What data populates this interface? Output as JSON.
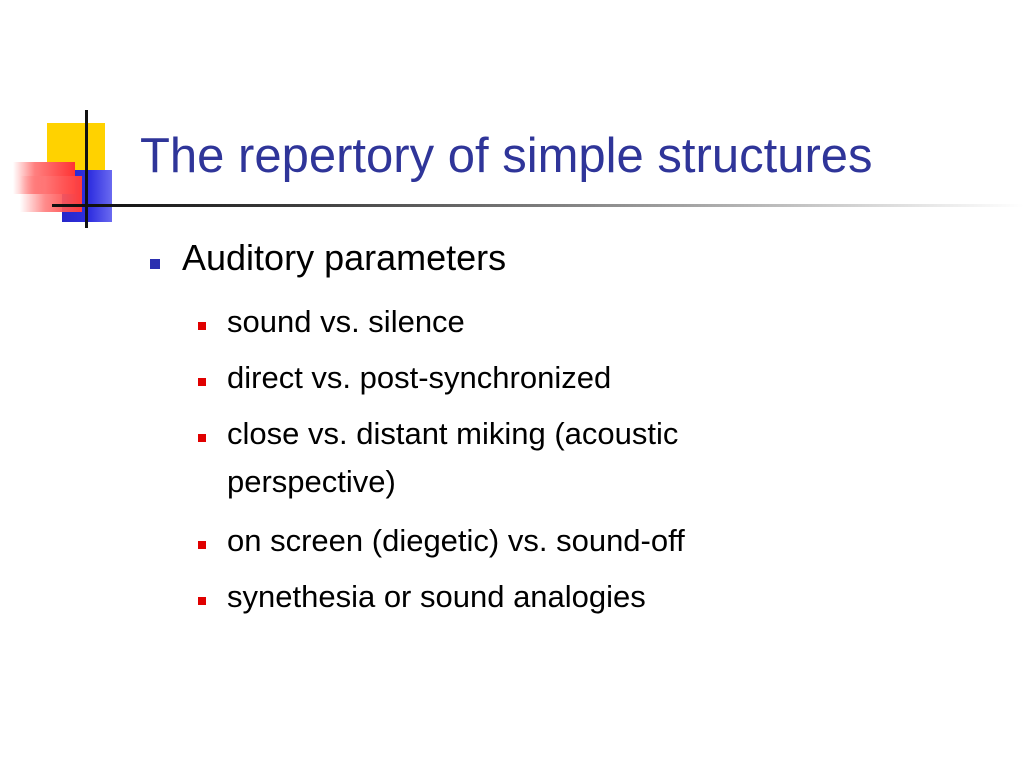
{
  "slide": {
    "title": "The repertory of simple structures",
    "level1": {
      "text": "Auditory parameters"
    },
    "level2": [
      {
        "text": "sound vs. silence"
      },
      {
        "text": "direct vs. post-synchronized"
      },
      {
        "text": "close vs. distant miking (acoustic",
        "continuation": "perspective)"
      },
      {
        "text": "on screen (diegetic) vs. sound-off"
      },
      {
        "text": "synethesia or sound analogies"
      }
    ]
  },
  "colors": {
    "title": "#2f3599",
    "level1_bullet": "#2b2fb0",
    "level2_bullet": "#e00000",
    "deco_yellow": "#ffd200",
    "deco_blue": "#2f2fe0",
    "deco_red": "#ff3333"
  }
}
